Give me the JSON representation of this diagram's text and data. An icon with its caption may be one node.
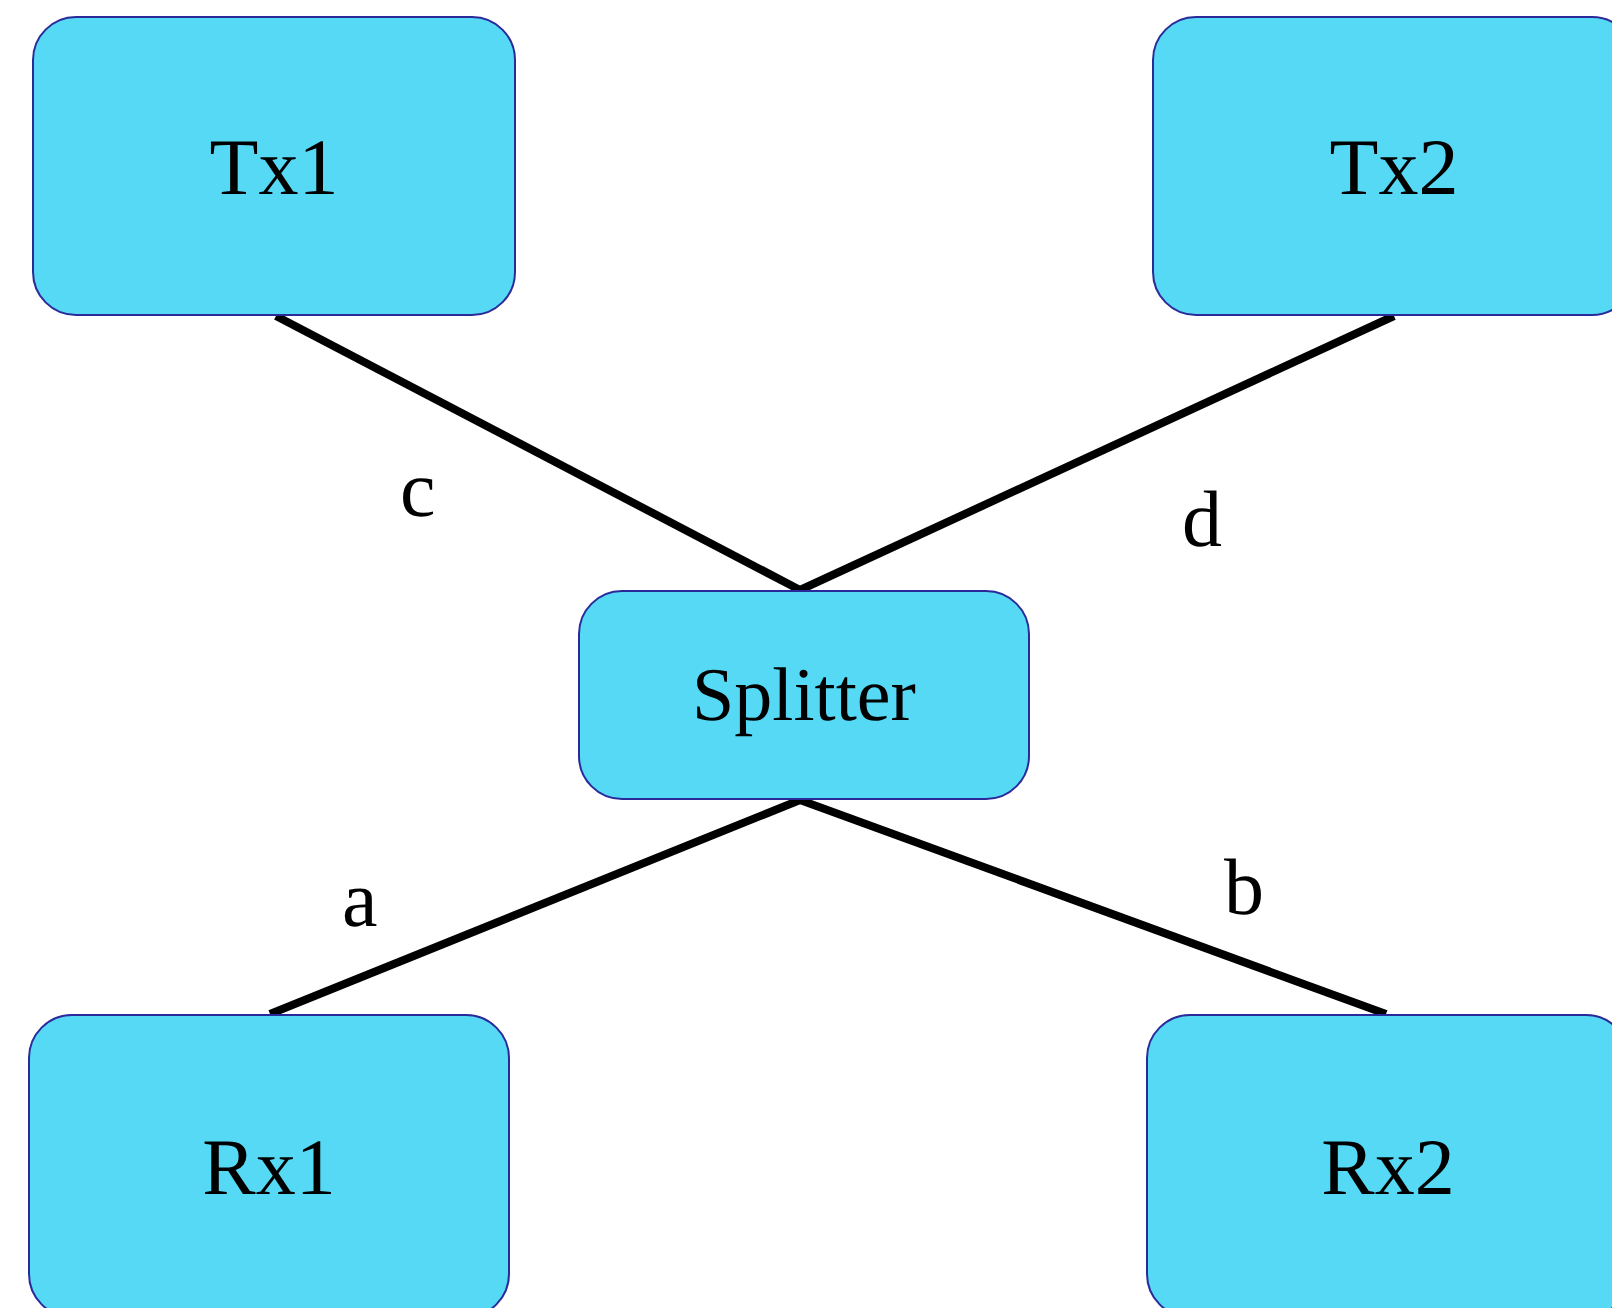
{
  "diagram": {
    "nodes": [
      {
        "text": [
          "Tx1"
        ]
      },
      {
        "text": [
          "Tx2"
        ]
      },
      {
        "text": [
          "Splitter"
        ]
      },
      {
        "text": [
          "Rx1"
        ]
      },
      {
        "text": [
          "Rx2"
        ]
      }
    ],
    "edges": [
      {
        "from": 0,
        "to": 2,
        "arrow": "none",
        "label": "c"
      },
      {
        "from": 1,
        "to": 2,
        "arrow": "none",
        "label": "d"
      },
      {
        "from": 2,
        "to": 3,
        "arrow": "none",
        "label": "a"
      },
      {
        "from": 2,
        "to": 4,
        "arrow": "none",
        "label": "b"
      }
    ]
  }
}
